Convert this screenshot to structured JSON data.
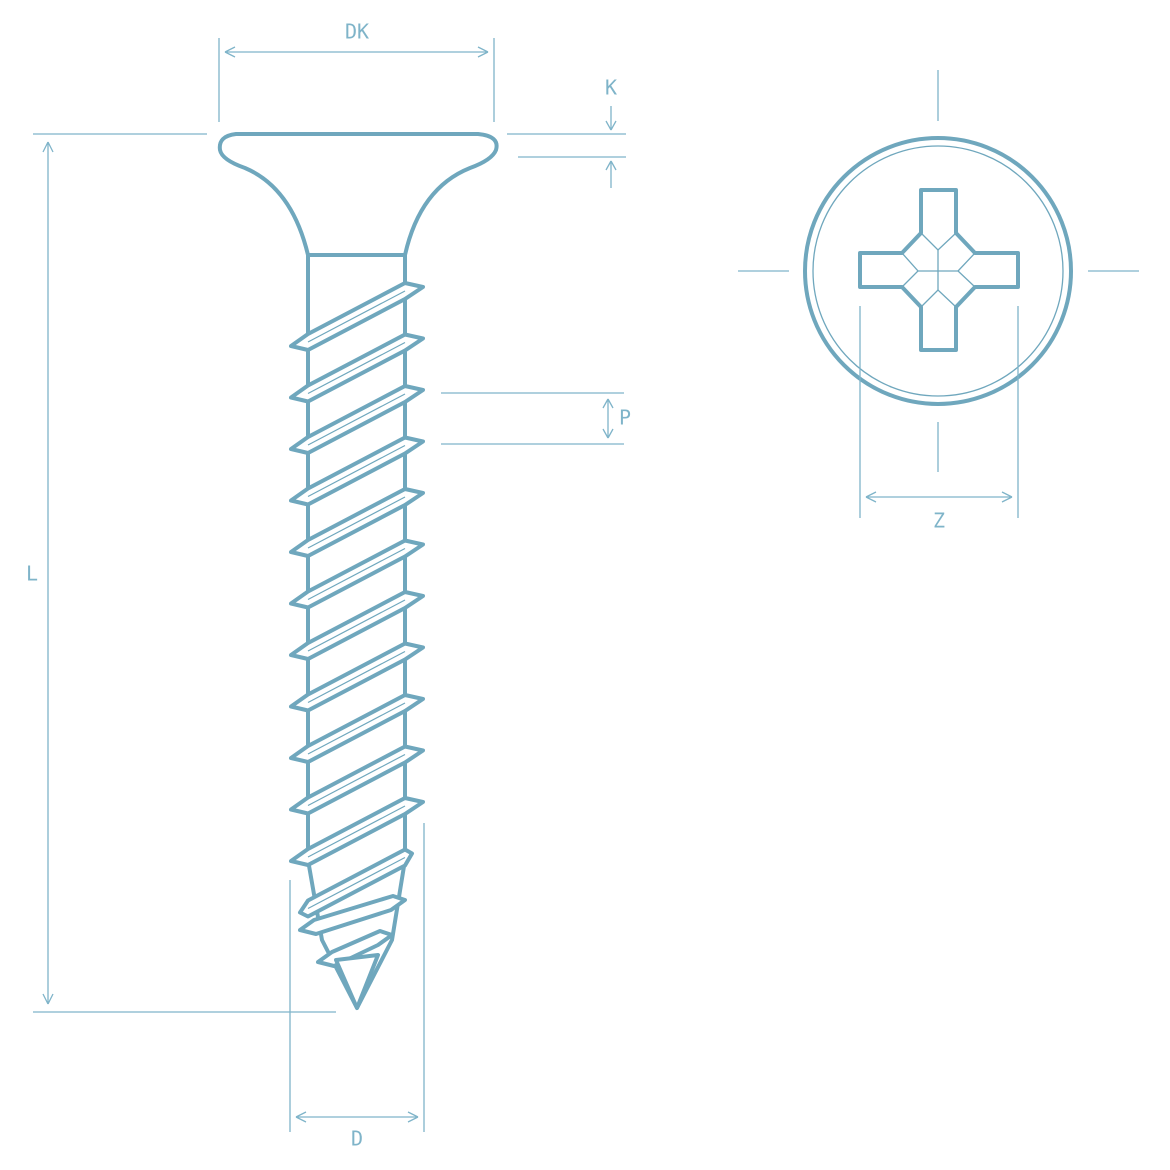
{
  "colors": {
    "outline": "#6fa7bd",
    "dimension": "#7fb4c9",
    "background": "#ffffff"
  },
  "labels": {
    "dk": "DK",
    "k": "K",
    "l": "L",
    "p": "P",
    "d": "D",
    "z": "Z"
  }
}
